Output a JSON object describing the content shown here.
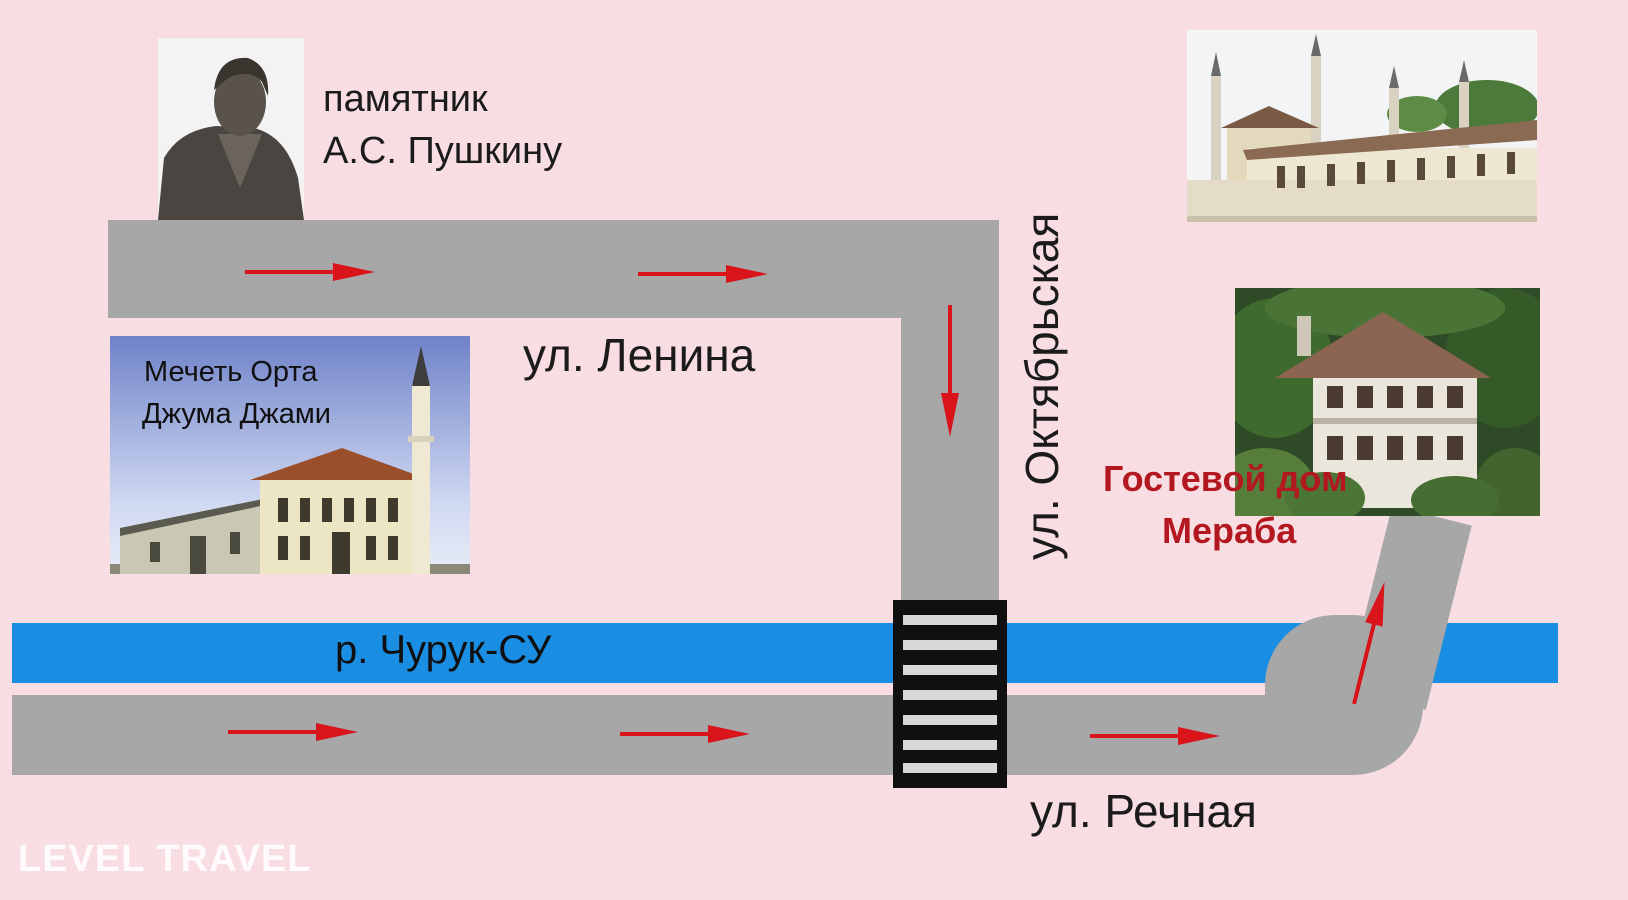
{
  "streets": {
    "lenina": "ул. Ленина",
    "oktyabrskaya": "ул. Октябрьская",
    "rechnaya": "ул. Речная"
  },
  "river": {
    "name": "р. Чурук-СУ"
  },
  "landmarks": {
    "pushkin_monument": {
      "line1": "памятник",
      "line2": "А.С. Пушкину"
    },
    "mosque": {
      "line1": "Мечеть Орта",
      "line2": "Джума Джами"
    },
    "guest_house": {
      "line1": "Гостевой дом",
      "line2": "Мераба"
    }
  },
  "watermark": "LEVEL TRAVEL",
  "colors": {
    "background": "#f8dde3",
    "road": "#a7a7a7",
    "river": "#1a8ee3",
    "route_arrow": "#d9141b",
    "guest_house_label": "#b3171f",
    "crosswalk": "#101010"
  },
  "icons": [
    "route-arrow-icon",
    "crosswalk-icon"
  ]
}
